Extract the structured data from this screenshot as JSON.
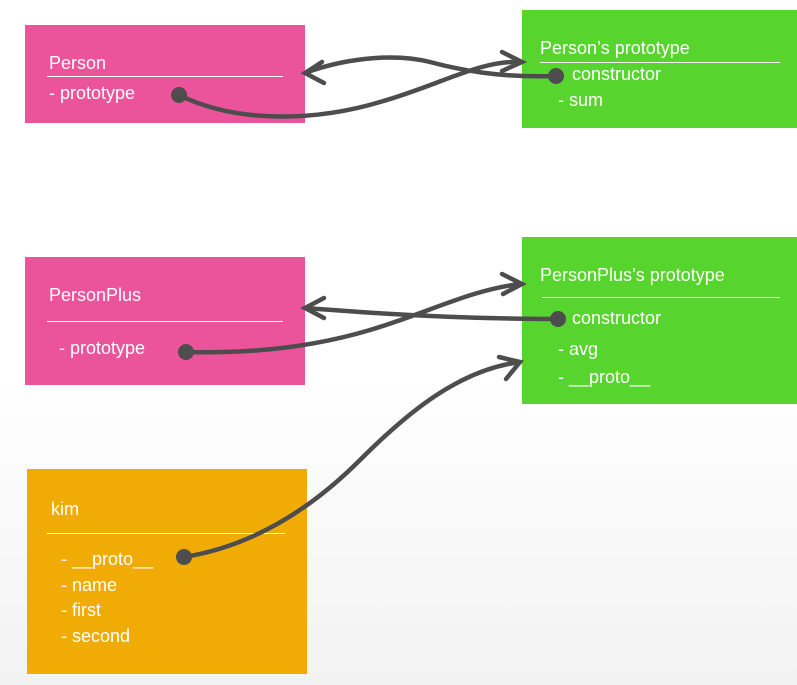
{
  "colors": {
    "pink": "#eb549b",
    "green": "#57d42e",
    "orange": "#f0ab05",
    "arrow": "#4d4d4d"
  },
  "boxes": {
    "person": {
      "title": "Person",
      "items": [
        "- prototype"
      ]
    },
    "person_proto": {
      "title": "Person’s prototype",
      "items": [
        "constructor",
        "- sum"
      ]
    },
    "personplus": {
      "title": "PersonPlus",
      "items": [
        "- prototype"
      ]
    },
    "personplus_proto": {
      "title": "PersonPlus’s prototype",
      "items": [
        "constructor",
        "- avg",
        "- __proto__"
      ]
    },
    "kim": {
      "title": "kim",
      "items": [
        "- __proto__",
        "- name",
        "- first",
        "- second"
      ]
    }
  }
}
